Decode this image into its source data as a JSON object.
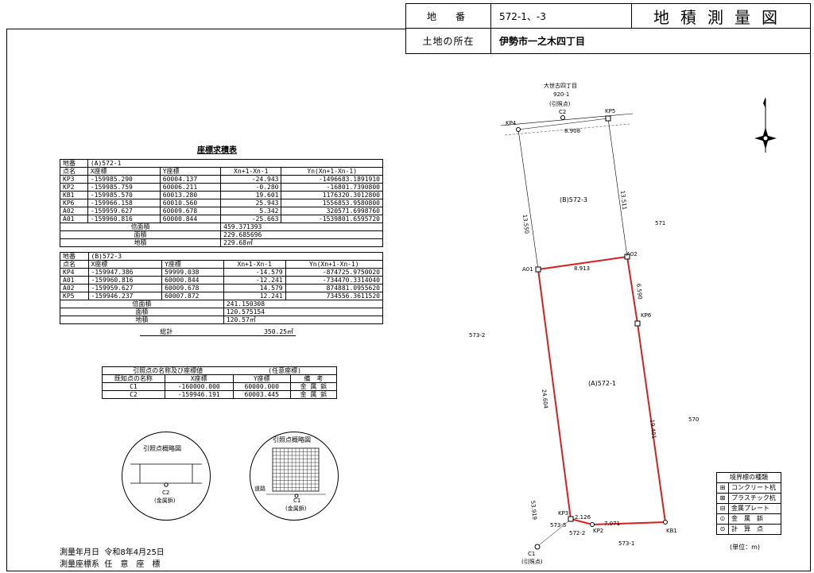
{
  "header": {
    "chiban_label": "地　番",
    "chiban_value": "572-1、-3",
    "title": "地積測量図",
    "shozai_label": "土地の所在",
    "shozai_value": "伊勢市一之木四丁目"
  },
  "tableA": {
    "chiban_label": "地番",
    "chiban_value": "(A)572-1",
    "headers": [
      "点名",
      "X座標",
      "Y座標",
      "Xn+1-Xn-1",
      "Yn(Xn+1-Xn-1)"
    ],
    "rows": [
      [
        "KP3",
        "-159985.290",
        "60004.137",
        "-24.943",
        "-1496683.1891910"
      ],
      [
        "KP2",
        "-159985.759",
        "60006.211",
        "-0.280",
        "-16801.7390800"
      ],
      [
        "KB1",
        "-159985.570",
        "60013.280",
        "19.601",
        "1176320.3012800"
      ],
      [
        "KP6",
        "-159966.158",
        "60010.560",
        "25.943",
        "1556853.9580800"
      ],
      [
        "A02",
        "-159959.627",
        "60009.678",
        "5.342",
        "320571.6998760"
      ],
      [
        "A01",
        "-159960.816",
        "60000.844",
        "-25.663",
        "-1539801.6595720"
      ]
    ],
    "bai_label": "倍面積",
    "bai_value": "459.371393",
    "men_label": "面積",
    "men_value": "229.685696",
    "chiseki_label": "地積",
    "chiseki_value": "229.68㎡"
  },
  "tableB": {
    "chiban_label": "地番",
    "chiban_value": "(B)572-3",
    "headers": [
      "点名",
      "X座標",
      "Y座標",
      "Xn+1-Xn-1",
      "Yn(Xn+1-Xn-1)"
    ],
    "rows": [
      [
        "KP4",
        "-159947.386",
        "59999.038",
        "-14.579",
        "-874725.9750020"
      ],
      [
        "A01",
        "-159960.816",
        "60000.844",
        "-12.241",
        "-734470.3314040"
      ],
      [
        "A02",
        "-159959.627",
        "60009.678",
        "14.579",
        "874881.0955620"
      ],
      [
        "KP5",
        "-159946.237",
        "60007.872",
        "12.241",
        "734556.3611520"
      ]
    ],
    "bai_label": "倍面積",
    "bai_value": "241.150308",
    "men_label": "面積",
    "men_value": "120.575154",
    "chiseki_label": "地積",
    "chiseki_value": "120.57㎡"
  },
  "total": {
    "label": "総計",
    "value": "350.25㎡"
  },
  "table_title": "座標求積表",
  "ref_table": {
    "title": "引照点の名称及び座標値",
    "sub": "(任意座標)",
    "headers": [
      "既知点の名称",
      "X座標",
      "Y座標",
      "備　考"
    ],
    "rows": [
      [
        "C1",
        "-160000.000",
        "60000.000",
        "金 属 鋲"
      ],
      [
        "C2",
        "-159946.191",
        "60003.445",
        "金 属 鋲"
      ]
    ]
  },
  "sketch1": {
    "title": "引照点概略図",
    "point": "C2",
    "note": "(金属鋲)"
  },
  "sketch2": {
    "title": "引照点概略図",
    "road": "道路",
    "point": "C1",
    "note": "(金属鋲)"
  },
  "survey": {
    "date_label": "測量年月日",
    "date_value": "令和8年4月25日",
    "coord_label": "測量座標系",
    "coord_value": "任　意　座　標"
  },
  "map": {
    "north_road": "大世古四丁目",
    "north_lot": "920-1",
    "ref_label": "(引照点)",
    "c2": "C2",
    "c1": "C1",
    "c1_ref": "(引照点)",
    "points": [
      "KP4",
      "KP5",
      "A01",
      "A02",
      "KP6",
      "KP3",
      "KP2",
      "KB1"
    ],
    "lots": {
      "b": "(B)572-3",
      "a": "(A)572-1",
      "n571": "571",
      "n573_2": "573-2",
      "n570": "570",
      "n573_5": "573-5",
      "n572_2": "572-2",
      "n573_1": "573-1"
    },
    "dims": {
      "top": "8.908",
      "left_b": "13.550",
      "right_b": "13.511",
      "mid": "8.913",
      "a02_kp6": "6.590",
      "left_a": "24.604",
      "right_a": "19.401",
      "bottom": "7.071",
      "kp3_kp2": "2.126",
      "c1_dist": "53.919"
    },
    "accent": "#d62020"
  },
  "legend": {
    "title": "境界標の種類",
    "items": [
      "コンクリート杭",
      "プラスチック杭",
      "金属プレート",
      "金　属　鋲",
      "計　算　点"
    ],
    "unit": "(単位：m)"
  }
}
